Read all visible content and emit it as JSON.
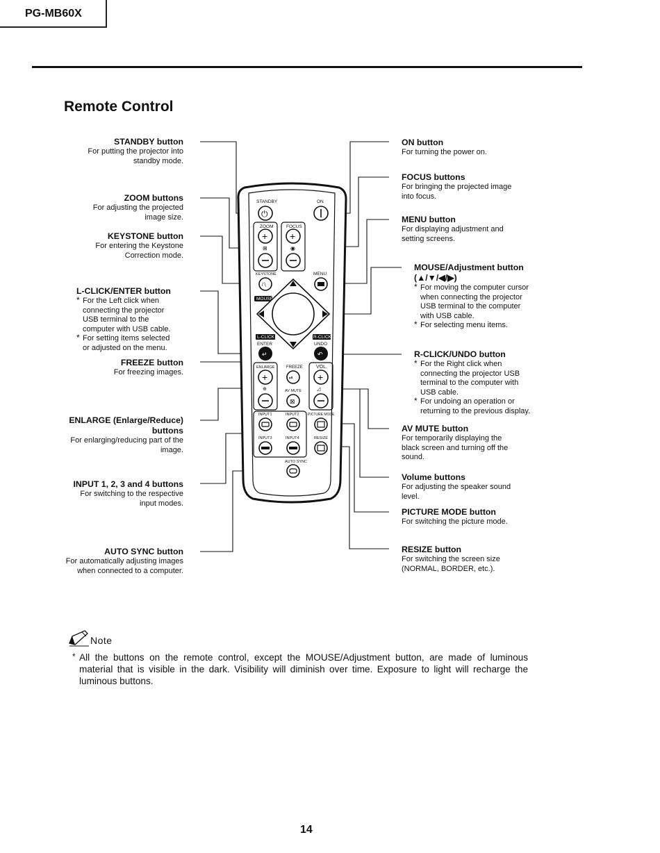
{
  "header": {
    "model": "PG-MB60X"
  },
  "title": "Remote Control",
  "labels_left": [
    {
      "title": "STANDBY button",
      "desc": [
        "For putting the projector into",
        "standby mode."
      ]
    },
    {
      "title": "ZOOM buttons",
      "desc": [
        "For adjusting the projected",
        "image size."
      ]
    },
    {
      "title": "KEYSTONE button",
      "desc": [
        "For entering the Keystone",
        "Correction mode."
      ]
    },
    {
      "title": "L-CLICK/ENTER button",
      "bullets": [
        [
          "For the Left click when",
          "connecting the projector",
          "USB terminal to the",
          "computer with USB cable."
        ],
        [
          "For setting items selected",
          "or adjusted on the menu."
        ]
      ]
    },
    {
      "title": "FREEZE button",
      "desc": [
        "For freezing images."
      ]
    },
    {
      "title": [
        "ENLARGE (Enlarge/Reduce)",
        "buttons"
      ],
      "desc": [
        "For enlarging/reducing part of the",
        "image."
      ]
    },
    {
      "title": "INPUT 1, 2, 3 and 4 buttons",
      "desc": [
        "For switching to the respective",
        "input modes."
      ]
    },
    {
      "title": "AUTO SYNC button",
      "desc": [
        "For automatically adjusting images",
        "when connected to a computer."
      ]
    }
  ],
  "labels_right": [
    {
      "title": "ON button",
      "desc": [
        "For turning the power on."
      ]
    },
    {
      "title": "FOCUS buttons",
      "desc": [
        "For bringing the projected image",
        "into focus."
      ]
    },
    {
      "title": "MENU button",
      "desc": [
        "For displaying adjustment and",
        "setting screens."
      ]
    },
    {
      "title": [
        "MOUSE/Adjustment button",
        "(▲/▼/◀/▶)"
      ],
      "bullets": [
        [
          "For moving the computer cursor",
          "when connecting the projector",
          "USB terminal to the computer",
          "with USB cable."
        ],
        [
          "For selecting menu items."
        ]
      ]
    },
    {
      "title": "R-CLICK/UNDO button",
      "bullets": [
        [
          "For the Right click when",
          "connecting the projector USB",
          "terminal to the computer with",
          "USB cable."
        ],
        [
          "For undoing an operation or",
          "returning to the previous display."
        ]
      ]
    },
    {
      "title": "AV MUTE button",
      "desc": [
        "For temporarily displaying the",
        "black screen and turning off the",
        "sound."
      ]
    },
    {
      "title": "Volume buttons",
      "desc": [
        "For adjusting the speaker sound",
        "level."
      ]
    },
    {
      "title": "PICTURE MODE button",
      "desc": [
        "For switching the picture mode."
      ]
    },
    {
      "title": "RESIZE button",
      "desc": [
        "For switching the screen size",
        "(NORMAL, BORDER, etc.)."
      ]
    }
  ],
  "remote_labels": {
    "standby": "STANDBY",
    "on": "ON",
    "zoom": "ZOOM",
    "focus": "FOCUS",
    "keystone": "KEYSTONE",
    "menu": "MENU",
    "mouse": "MOUSE",
    "lclick": "L-CLICK",
    "enter": "ENTER",
    "rclick": "R-CLICK",
    "undo": "UNDO",
    "enlarge": "ENLARGE",
    "freeze": "FREEZE",
    "vol": "VOL.",
    "avmute": "AV MUTE",
    "input1": "INPUT1",
    "input2": "INPUT2",
    "picture_mode": "PICTURE MODE",
    "input3": "INPUT3",
    "input4": "INPUT4",
    "resize": "RESIZE",
    "autosync": "AUTO SYNC"
  },
  "note": {
    "title": "Note",
    "star": "*",
    "text": "All the buttons on the remote control, except the MOUSE/Adjustment button, are made of luminous material that is visible in the dark. Visibility will diminish over time. Exposure to light will recharge the luminous buttons."
  },
  "page_number": "14"
}
